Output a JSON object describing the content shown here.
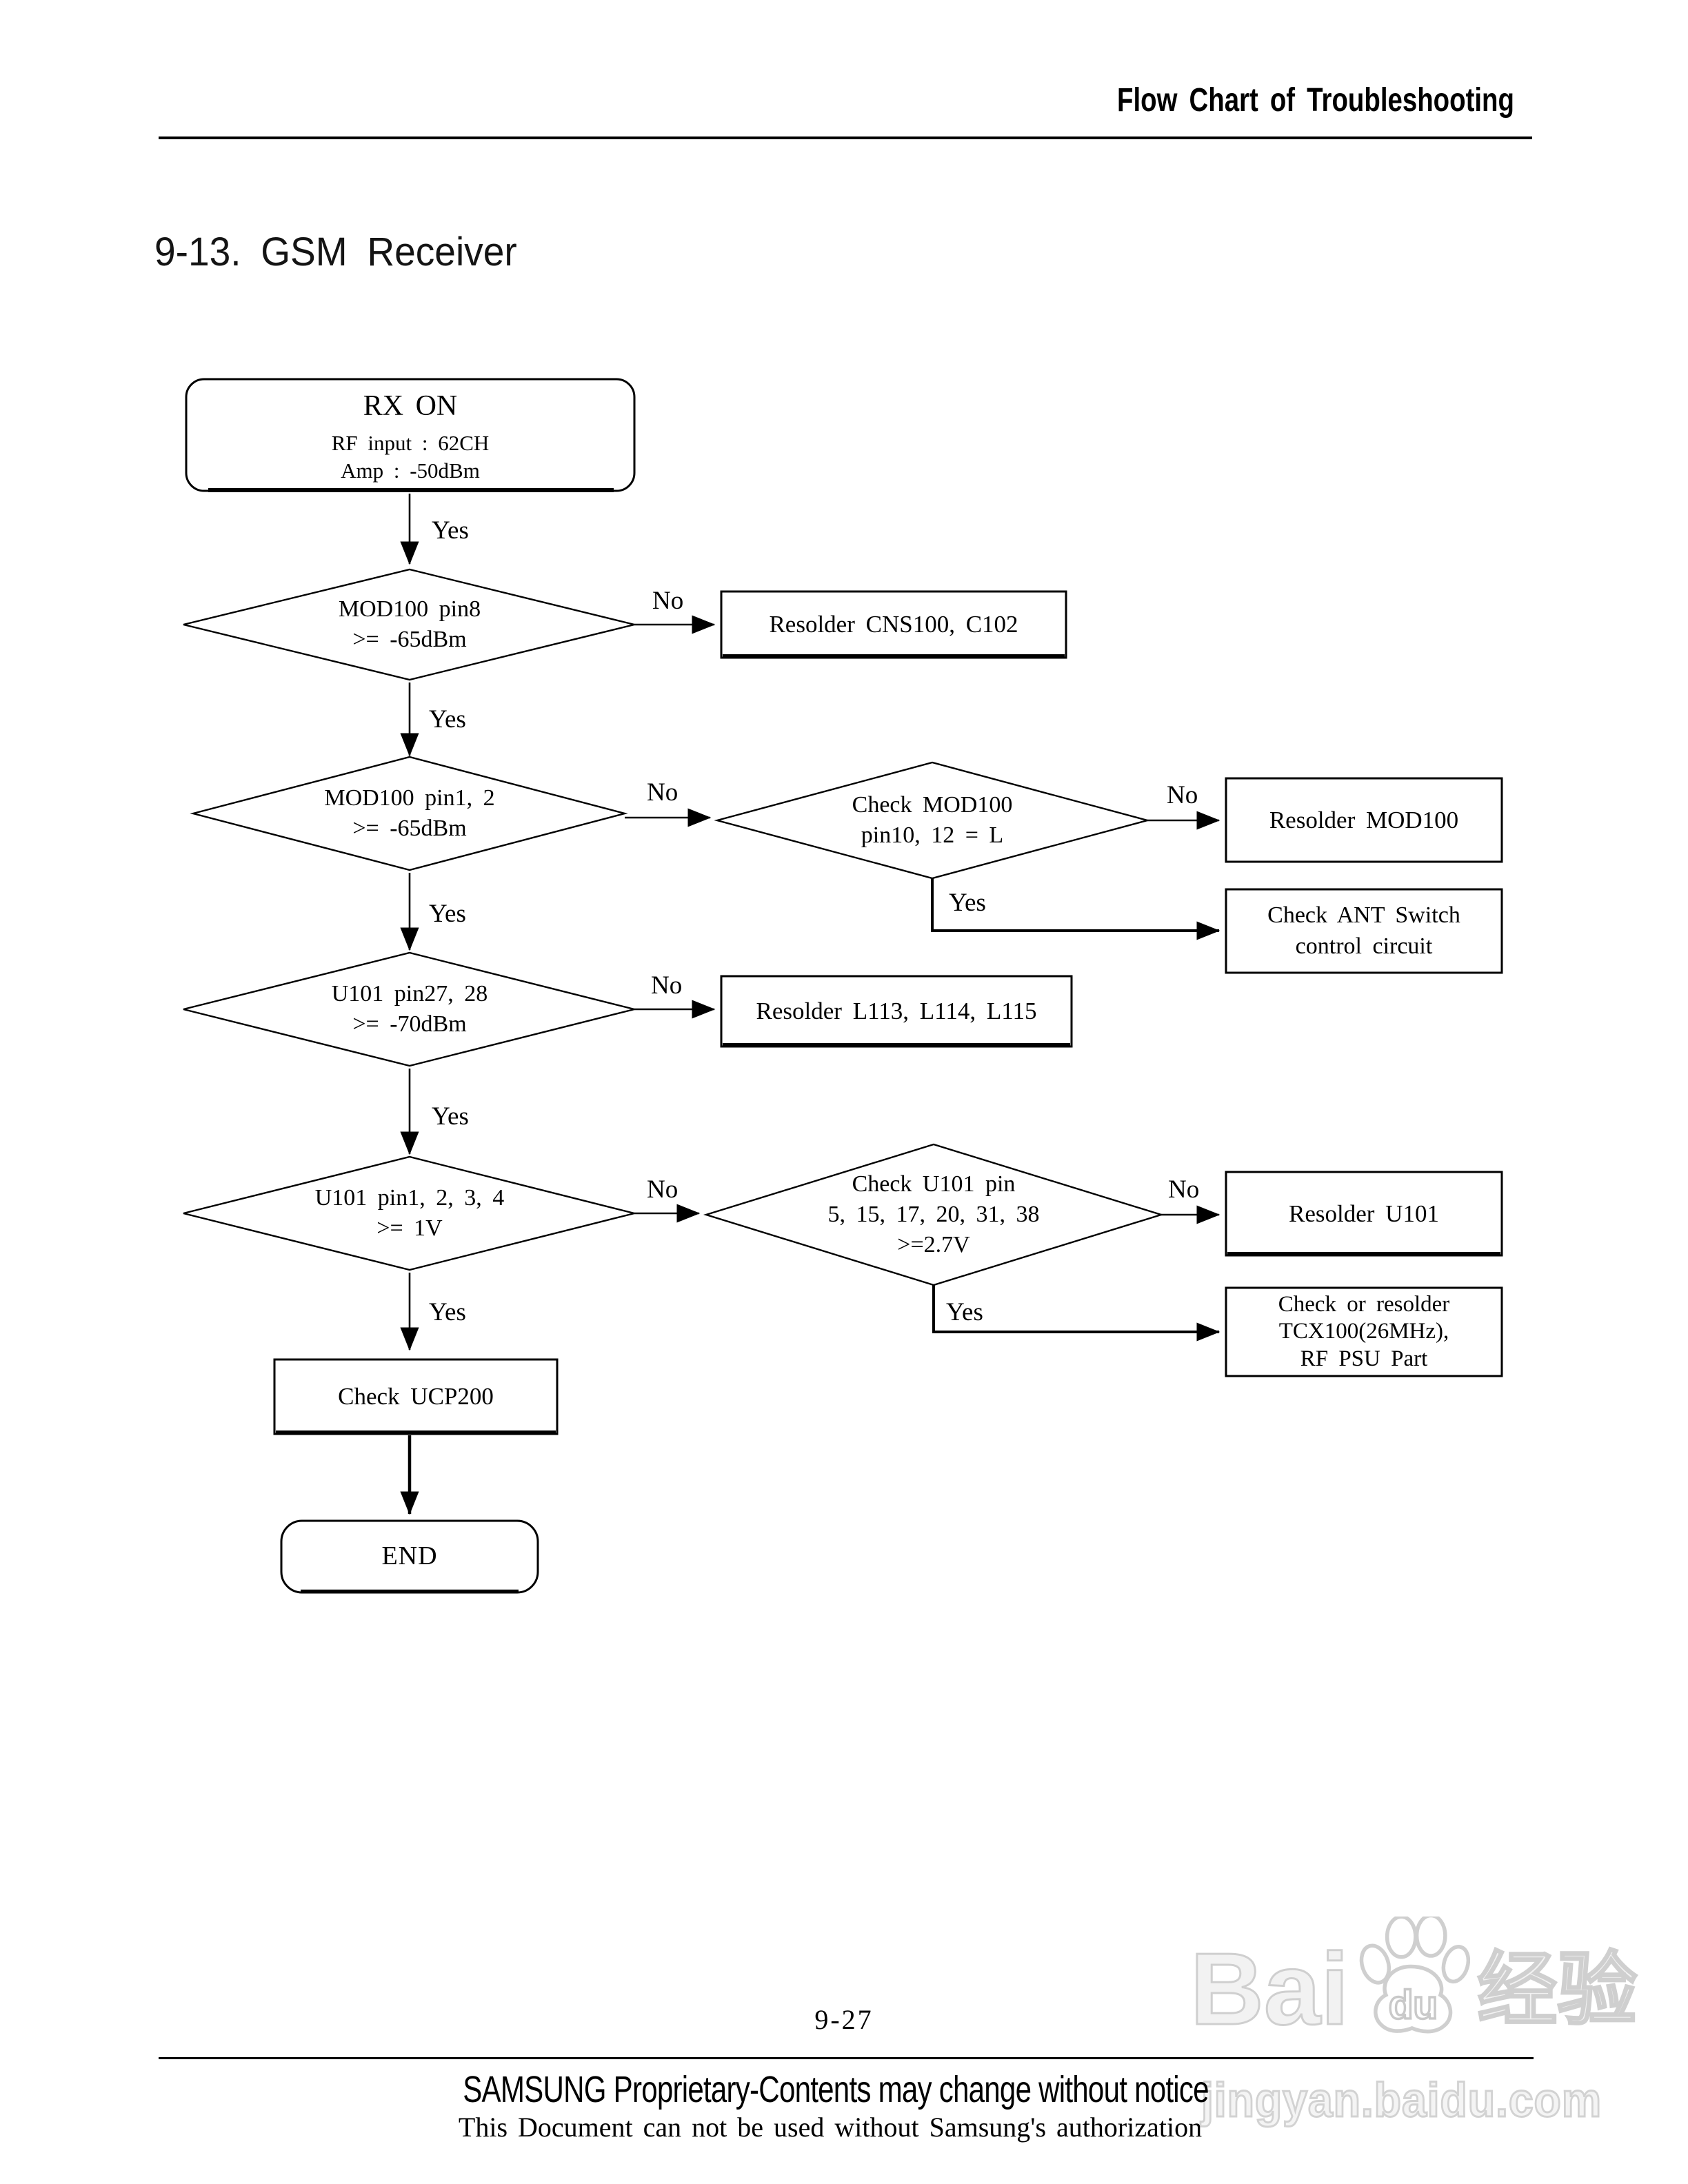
{
  "page": {
    "header": {
      "title": "Flow Chart of Troubleshooting"
    },
    "section_title": "9-13. GSM Receiver",
    "footer": {
      "page_number": "9-27",
      "proprietary": "SAMSUNG Proprietary-Contents may change without notice",
      "authorization": "This Document can not be used without Samsung's authorization"
    },
    "watermark": {
      "brand_left": "Bai",
      "brand_paw": "du",
      "brand_right": "经验",
      "url": "jingyan.baidu.com",
      "stroke_color": "#cfcfcf"
    }
  },
  "flowchart": {
    "start": {
      "line1": "RX ON",
      "line2": "RF input : 62CH",
      "line3": "Amp : -50dBm"
    },
    "d1": {
      "line1": "MOD100 pin8",
      "line2": ">= -65dBm"
    },
    "box_cns": {
      "label": "Resolder CNS100, C102"
    },
    "d2": {
      "line1": "MOD100 pin1, 2",
      "line2": ">= -65dBm"
    },
    "d2b": {
      "line1": "Check MOD100",
      "line2": "pin10, 12 = L"
    },
    "box_mod": {
      "label": "Resolder MOD100"
    },
    "box_ant": {
      "line1": "Check ANT Switch",
      "line2": "control circuit"
    },
    "d3": {
      "line1": "U101 pin27, 28",
      "line2": ">= -70dBm"
    },
    "box_l113": {
      "label": "Resolder L113, L114, L115"
    },
    "d4": {
      "line1": "U101 pin1, 2, 3, 4",
      "line2": ">= 1V"
    },
    "d4b": {
      "line1": "Check U101 pin",
      "line2": "5, 15, 17, 20, 31, 38",
      "line3": ">=2.7V"
    },
    "box_u101": {
      "label": "Resolder U101"
    },
    "box_tcx": {
      "line1": "Check or resolder",
      "line2": "TCX100(26MHz),",
      "line3": "RF PSU Part"
    },
    "box_ucp": {
      "label": "Check UCP200"
    },
    "end": {
      "label": "END"
    },
    "labels": {
      "yes": "Yes",
      "no": "No"
    }
  }
}
